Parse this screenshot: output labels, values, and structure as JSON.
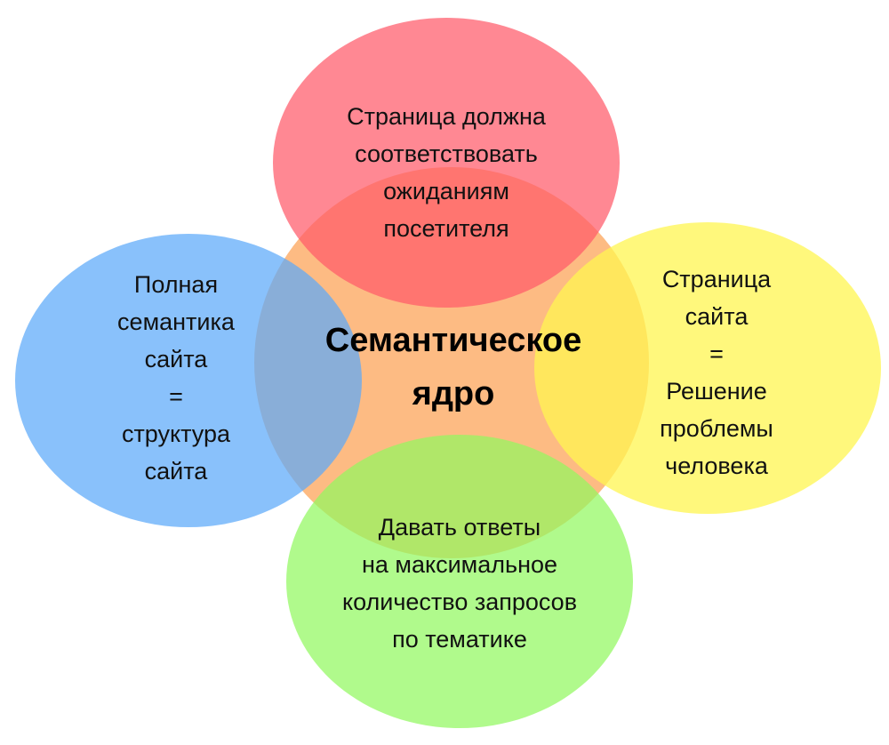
{
  "diagram": {
    "type": "venn",
    "center": {
      "lines": [
        "Семантическое",
        "ядро"
      ],
      "color": "#FCA45A"
    },
    "petals": {
      "top": {
        "lines": [
          "Страница должна",
          "соответствовать",
          "ожиданиям",
          "посетителя"
        ],
        "color": "#FF6B7A"
      },
      "left": {
        "lines": [
          "Полная",
          "семантика",
          "сайта",
          "=",
          "структура",
          "сайта"
        ],
        "color": "#6FB3FB"
      },
      "right": {
        "lines": [
          "Страница",
          "сайта",
          "=",
          "Решение",
          "проблемы",
          "человека"
        ],
        "color": "#FFF666"
      },
      "bottom": {
        "lines": [
          "Давать ответы",
          "на максимальное",
          "количество запросов",
          "по тематике"
        ],
        "color": "#A0FA70"
      }
    }
  }
}
